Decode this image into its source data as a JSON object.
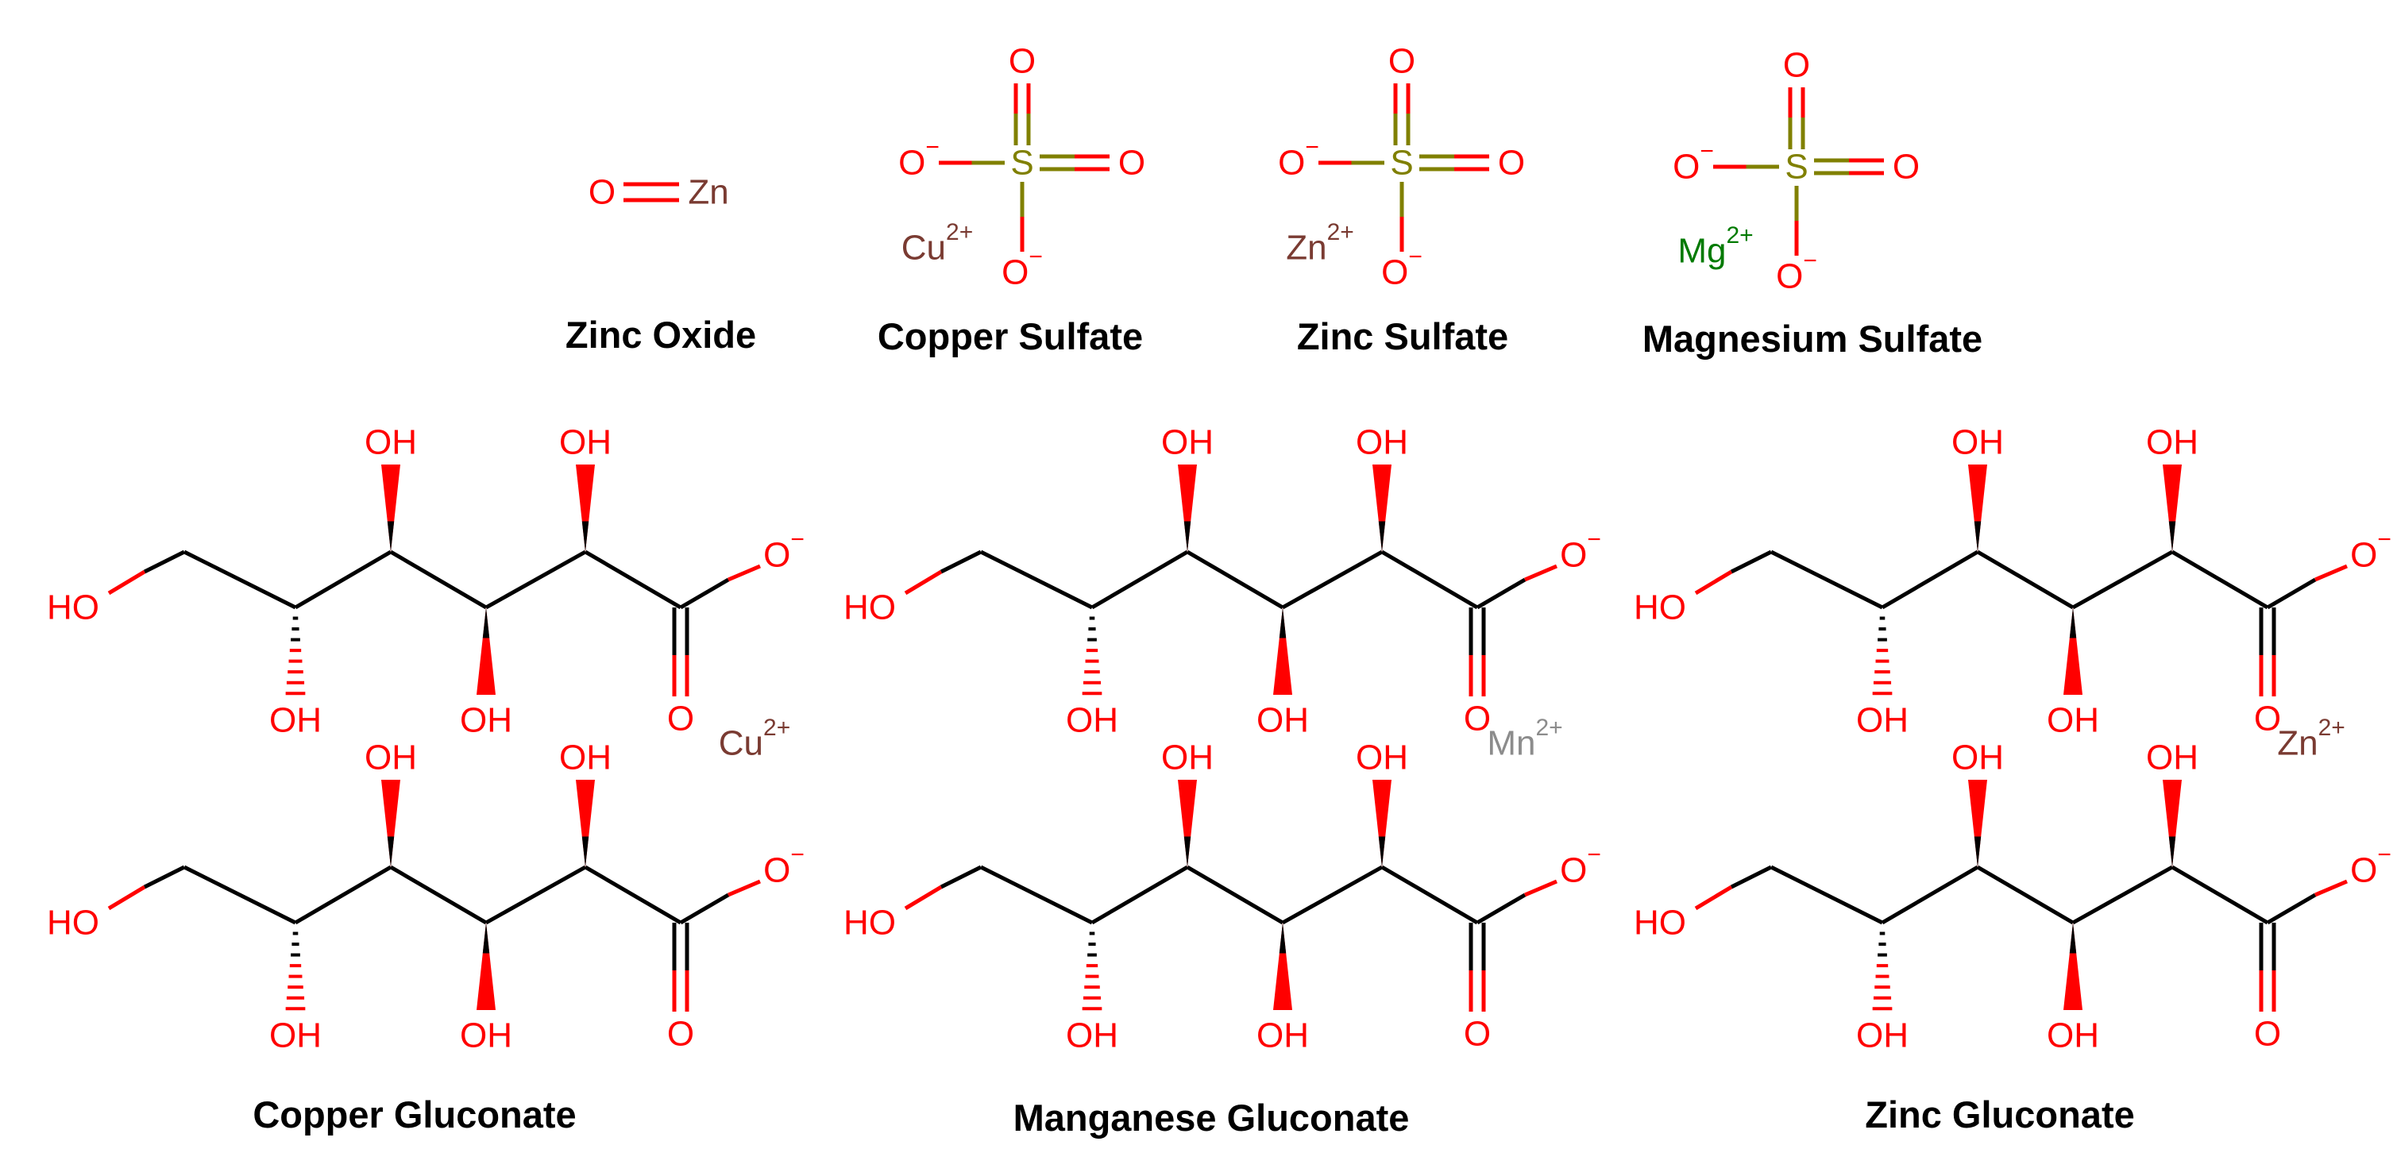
{
  "colors": {
    "oxygen": "#ff0000",
    "sulfur": "#808000",
    "copper": "#7a3b32",
    "zinc": "#7a3b32",
    "magnesium": "#007a00",
    "manganese": "#8c8c8c",
    "bond": "#000000",
    "label": "#000000"
  },
  "elements": {
    "O": "O",
    "S": "S",
    "Zn": "Zn",
    "Cu": "Cu",
    "Mg": "Mg",
    "Mn": "Mn",
    "OH": "OH",
    "HO": "HO"
  },
  "charges": {
    "neg": "−",
    "dication": "2+"
  },
  "compounds": [
    {
      "id": "zinc-oxide",
      "label": "Zinc Oxide",
      "metal": "Zn"
    },
    {
      "id": "copper-sulfate",
      "label": "Copper Sulfate",
      "metal": "Cu",
      "metal_charge": "2+"
    },
    {
      "id": "zinc-sulfate",
      "label": "Zinc Sulfate",
      "metal": "Zn",
      "metal_charge": "2+"
    },
    {
      "id": "magnesium-sulfate",
      "label": "Magnesium Sulfate",
      "metal": "Mg",
      "metal_charge": "2+"
    },
    {
      "id": "copper-gluconate",
      "label": "Copper Gluconate",
      "metal": "Cu",
      "metal_charge": "2+"
    },
    {
      "id": "manganese-gluconate",
      "label": "Manganese Gluconate",
      "metal": "Mn",
      "metal_charge": "2+"
    },
    {
      "id": "zinc-gluconate",
      "label": "Zinc Gluconate",
      "metal": "Zn",
      "metal_charge": "2+"
    }
  ]
}
